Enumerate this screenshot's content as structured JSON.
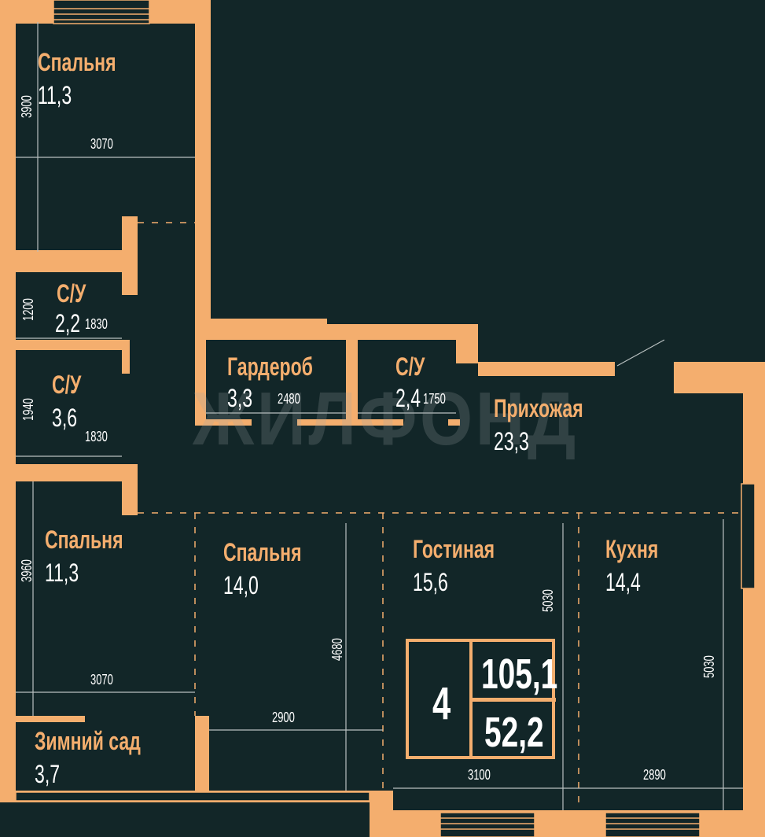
{
  "colors": {
    "background": "#122628",
    "walls": "#f4ae6e",
    "text": "#ffffff"
  },
  "watermark": "ЖИЛФОНД",
  "rooms": [
    {
      "name": "Спальня",
      "area": "11,3",
      "dims": [
        "3900",
        "3070"
      ]
    },
    {
      "name": "С/У",
      "area": "2,2",
      "dims": [
        "1200",
        "1830"
      ]
    },
    {
      "name": "С/У",
      "area": "3,6",
      "dims": [
        "1940",
        "1830"
      ]
    },
    {
      "name": "Спальня",
      "area": "11,3",
      "dims": [
        "3960",
        "3070"
      ]
    },
    {
      "name": "Зимний сад",
      "area": "3,7"
    },
    {
      "name": "Спальня",
      "area": "14,0",
      "dims": [
        "4680",
        "2900"
      ]
    },
    {
      "name": "Гардероб",
      "area": "3,3",
      "dims": [
        "2480"
      ]
    },
    {
      "name": "С/У",
      "area": "2,4",
      "dims": [
        "1750"
      ]
    },
    {
      "name": "Прихожая",
      "area": "23,3"
    },
    {
      "name": "Гостиная",
      "area": "15,6",
      "dims": [
        "5030",
        "3100"
      ]
    },
    {
      "name": "Кухня",
      "area": "14,4",
      "dims": [
        "5030",
        "2890"
      ]
    }
  ],
  "summary": {
    "rooms_count": "4",
    "total_area": "105,1",
    "living_area": "52,2"
  }
}
